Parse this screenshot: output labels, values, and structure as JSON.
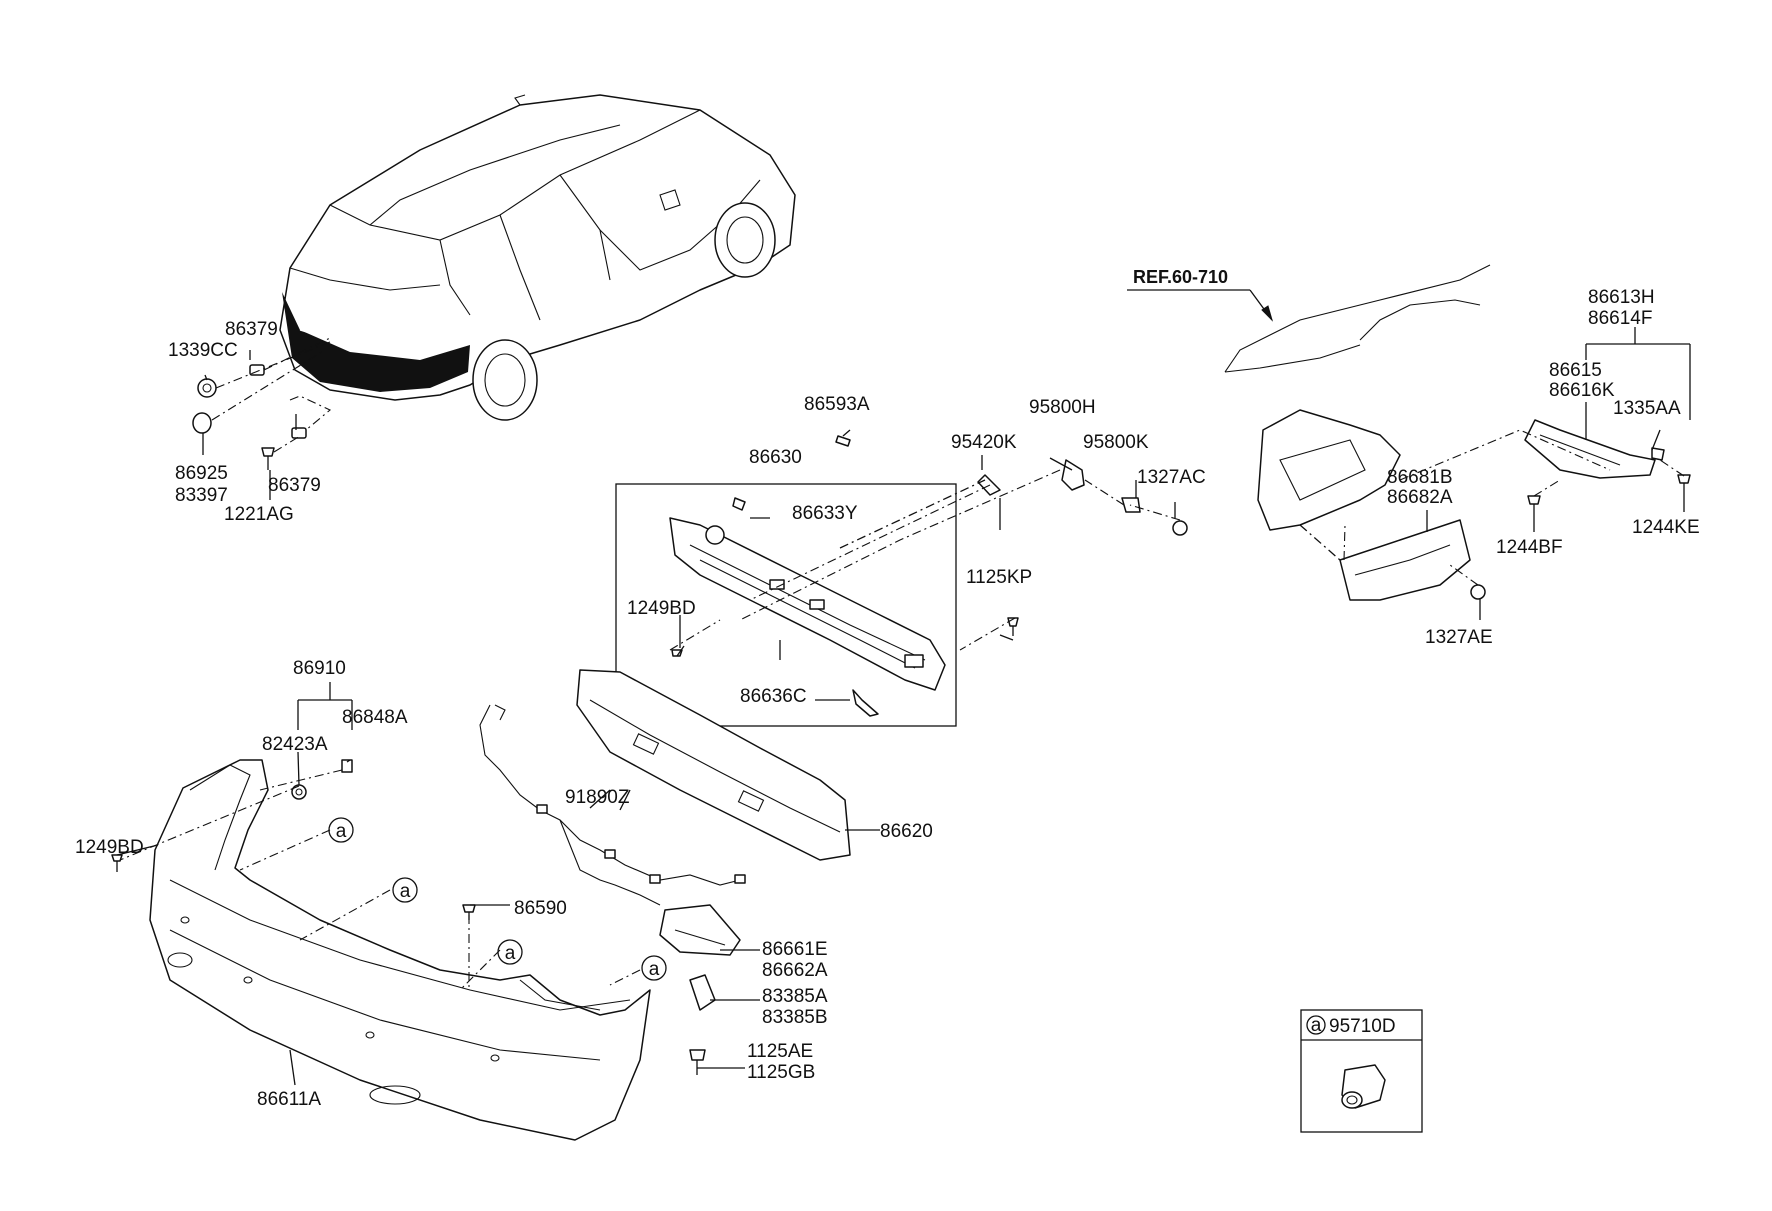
{
  "diagram": {
    "reference": "REF.60-710",
    "callout_letter": "a",
    "legend_box": {
      "letter": "a",
      "part_number": "95710D"
    },
    "labels": {
      "p86379_top": "86379",
      "p1339CC": "1339CC",
      "p86925": "86925",
      "p83397": "83397",
      "p86379_bottom": "86379",
      "p1221AG": "1221AG",
      "p86593A": "86593A",
      "p86630": "86630",
      "p86633Y": "86633Y",
      "p1249BD_upper": "1249BD",
      "p86636C": "86636C",
      "p95420K": "95420K",
      "p95800H": "95800H",
      "p95800K": "95800K",
      "p1327AC": "1327AC",
      "p1125KP": "1125KP",
      "p86613H": "86613H",
      "p86614F": "86614F",
      "p86615": "86615",
      "p86616K": "86616K",
      "p1335AA": "1335AA",
      "p86681B": "86681B",
      "p86682A": "86682A",
      "p1244BF": "1244BF",
      "p1244KE": "1244KE",
      "p1327AE": "1327AE",
      "p86910": "86910",
      "p86848A": "86848A",
      "p82423A": "82423A",
      "p1249BD_lower": "1249BD",
      "p91890Z": "91890Z",
      "p86620": "86620",
      "p86590": "86590",
      "p86661E": "86661E",
      "p86662A": "86662A",
      "p83385A": "83385A",
      "p83385B": "83385B",
      "p1125AE": "1125AE",
      "p1125GB": "1125GB",
      "p86611A": "86611A"
    }
  }
}
